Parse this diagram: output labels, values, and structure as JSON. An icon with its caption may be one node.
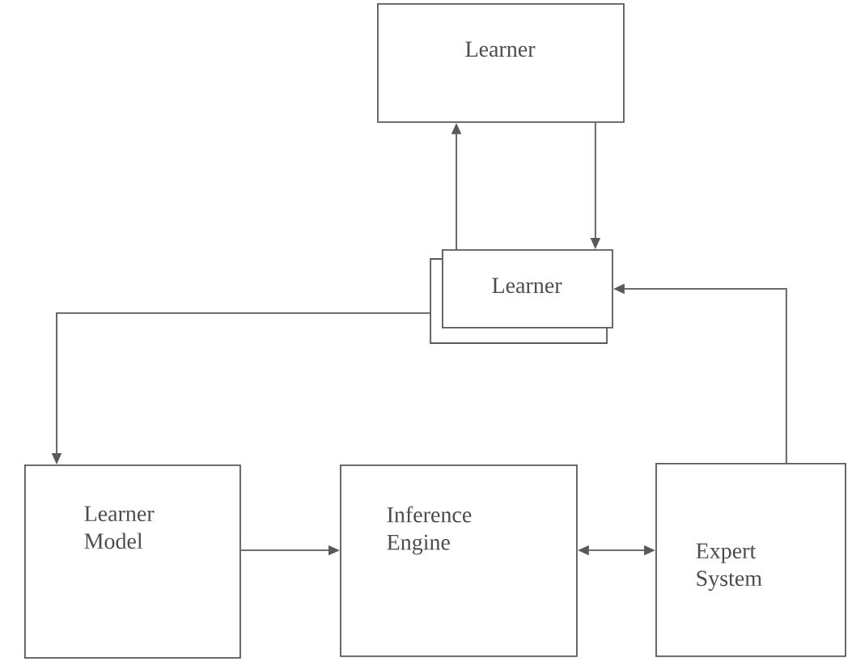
{
  "diagram": {
    "nodes": [
      {
        "text": [
          "Learner"
        ]
      },
      {
        "text": [
          "Learner"
        ]
      },
      {
        "text": [
          "Learner Model"
        ]
      },
      {
        "text": [
          "Inference Engine"
        ]
      },
      {
        "text": [
          "Expert System"
        ]
      }
    ],
    "edges": [
      {
        "from": 1,
        "to": 0,
        "arrow": "to"
      },
      {
        "from": 0,
        "to": 1,
        "arrow": "to"
      },
      {
        "from": 1,
        "to": 2,
        "arrow": "to"
      },
      {
        "from": 2,
        "to": 3,
        "arrow": "to"
      },
      {
        "from": 3,
        "to": 4,
        "arrow": "both"
      },
      {
        "from": 4,
        "to": 1,
        "arrow": "to"
      }
    ]
  }
}
